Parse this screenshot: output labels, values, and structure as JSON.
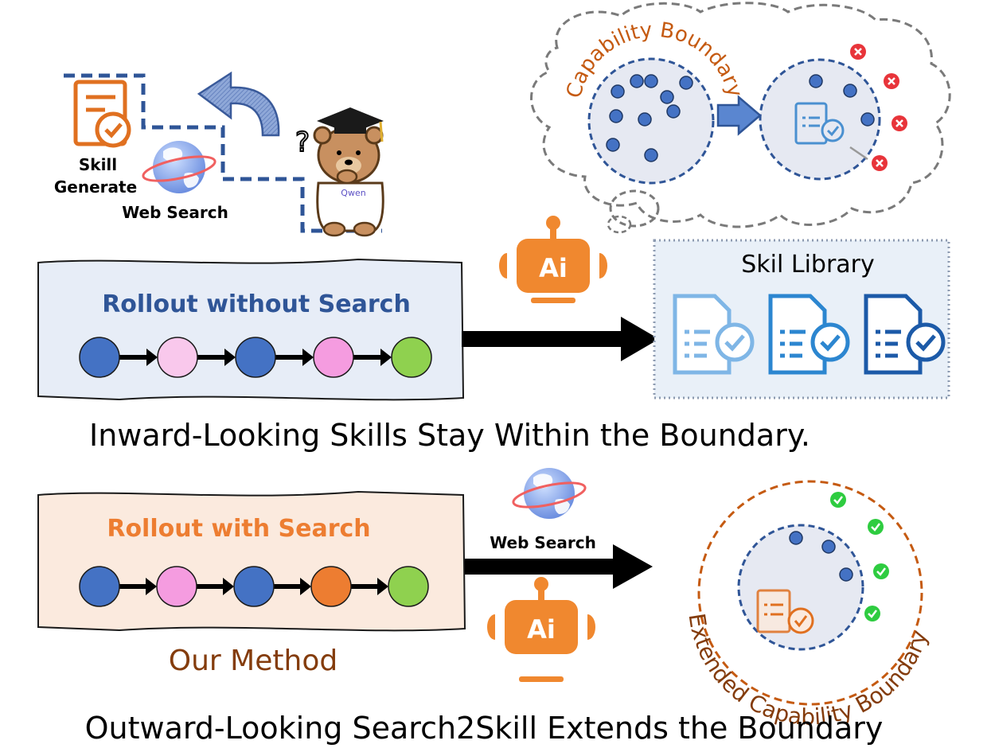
{
  "top_left": {
    "skill_generate_line1": "Skill",
    "skill_generate_line2": "Generate",
    "web_search_label": "Web Search",
    "bear_shirt_text": "Qwen",
    "ai_badge": "Ai"
  },
  "capability_cloud": {
    "title": "Capability Boundary"
  },
  "skill_library": {
    "title": "Skil Library"
  },
  "rollout_without": {
    "title": "Rollout without Search",
    "nodes": [
      "blue",
      "light-pink",
      "blue",
      "pink",
      "green"
    ]
  },
  "caption_inward": "Inward-Looking Skills Stay Within the Boundary.",
  "rollout_with": {
    "title": "Rollout with Search",
    "nodes": [
      "blue",
      "pink",
      "blue",
      "orange",
      "green"
    ],
    "method_label": "Our Method"
  },
  "middle_bottom": {
    "web_search_label": "Web Search",
    "ai_badge": "Ai"
  },
  "extended_boundary": {
    "title": "Extended Capability Boundary"
  },
  "caption_outward": "Outward-Looking Search2Skill Extends the Boundary",
  "colors": {
    "blue_node": "#4472c4",
    "light_pink_node": "#f9c8ec",
    "pink_node": "#f59ce0",
    "green_node": "#8fd14f",
    "orange_node": "#ed7d31",
    "navy_dashed": "#2f5597",
    "orange_title": "#ed7d31",
    "brown_text": "#843c0c",
    "robot_orange": "#f0882f"
  }
}
